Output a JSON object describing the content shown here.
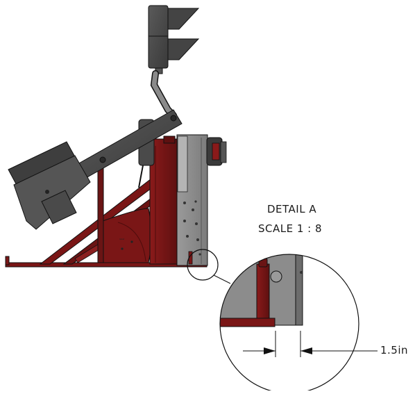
{
  "detail": {
    "title": "DETAIL A",
    "scale": "SCALE 1 : 8"
  },
  "dimension": {
    "value": "1.5in"
  },
  "colors": {
    "frame_red": "#7a1616",
    "frame_red_dark": "#4e0c0c",
    "housing_gray": "#4a4a4a",
    "housing_dark": "#2c2c2c",
    "panel_gray": "#8f8f8f",
    "panel_light": "#b4b4b4",
    "outline": "#111111"
  },
  "icons": [
    "traffic-signal-icon",
    "detail-circle-icon",
    "dimension-arrow-icon"
  ]
}
